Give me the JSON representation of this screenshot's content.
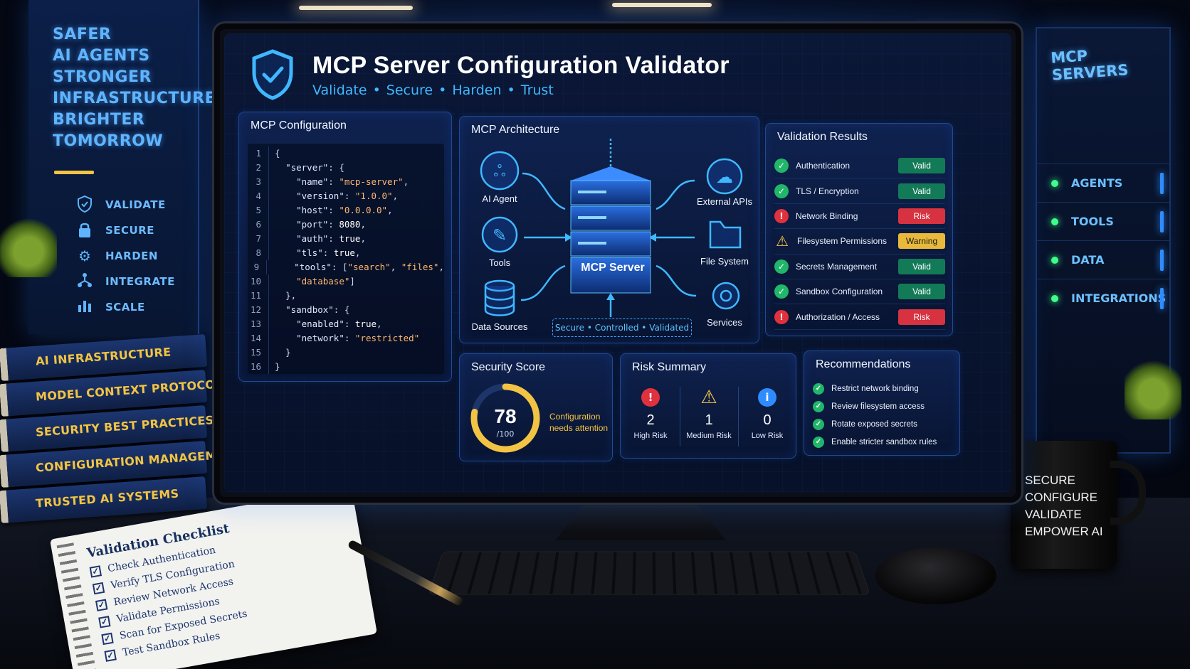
{
  "app": {
    "title": "MCP Server Configuration Validator",
    "subtitle": [
      "Validate",
      "Secure",
      "Harden",
      "Trust"
    ],
    "subtitle_sep": "•"
  },
  "banner": {
    "slogan": [
      "SAFER",
      "AI AGENTS",
      "STRONGER",
      "INFRASTRUCTURE",
      "BRIGHTER",
      "TOMORROW"
    ],
    "items": [
      {
        "label": "VALIDATE",
        "icon": "shield-check-icon"
      },
      {
        "label": "SECURE",
        "icon": "lock-icon"
      },
      {
        "label": "HARDEN",
        "icon": "gear-icon"
      },
      {
        "label": "INTEGRATE",
        "icon": "network-icon"
      },
      {
        "label": "SCALE",
        "icon": "bar-chart-icon"
      }
    ]
  },
  "rack": {
    "title": "MCP SERVERS",
    "items": [
      "AGENTS",
      "TOOLS",
      "DATA",
      "INTEGRATIONS"
    ]
  },
  "books": [
    "AI INFRASTRUCTURE",
    "MODEL CONTEXT PROTOCOL",
    "SECURITY BEST PRACTICES",
    "CONFIGURATION MANAGEMENT",
    "TRUSTED AI SYSTEMS"
  ],
  "notebook": {
    "title": "Validation Checklist",
    "check_mark": "✓",
    "items": [
      "Check Authentication",
      "Verify TLS Configuration",
      "Review Network Access",
      "Validate Permissions",
      "Scan for Exposed Secrets",
      "Test Sandbox Rules"
    ]
  },
  "mug": [
    "SECURE",
    "CONFIGURE",
    "VALIDATE",
    "EMPOWER AI"
  ],
  "config": {
    "title": "MCP Configuration",
    "lines": [
      {
        "n": "1",
        "indent": "",
        "parts": [
          {
            "t": "{",
            "c": "p"
          }
        ]
      },
      {
        "n": "2",
        "indent": "  ",
        "parts": [
          {
            "t": "\"server\"",
            "c": "key"
          },
          {
            "t": ": {",
            "c": "p"
          }
        ]
      },
      {
        "n": "3",
        "indent": "    ",
        "parts": [
          {
            "t": "\"name\"",
            "c": "key"
          },
          {
            "t": ": ",
            "c": "p"
          },
          {
            "t": "\"mcp-server\"",
            "c": "str"
          },
          {
            "t": ",",
            "c": "p"
          }
        ]
      },
      {
        "n": "4",
        "indent": "    ",
        "parts": [
          {
            "t": "\"version\"",
            "c": "key"
          },
          {
            "t": ": ",
            "c": "p"
          },
          {
            "t": "\"1.0.0\"",
            "c": "str"
          },
          {
            "t": ",",
            "c": "p"
          }
        ]
      },
      {
        "n": "5",
        "indent": "    ",
        "parts": [
          {
            "t": "\"host\"",
            "c": "key"
          },
          {
            "t": ": ",
            "c": "p"
          },
          {
            "t": "\"0.0.0.0\"",
            "c": "str"
          },
          {
            "t": ",",
            "c": "p"
          }
        ]
      },
      {
        "n": "6",
        "indent": "    ",
        "parts": [
          {
            "t": "\"port\"",
            "c": "key"
          },
          {
            "t": ": ",
            "c": "p"
          },
          {
            "t": "8080",
            "c": "val"
          },
          {
            "t": ",",
            "c": "p"
          }
        ]
      },
      {
        "n": "7",
        "indent": "    ",
        "parts": [
          {
            "t": "\"auth\"",
            "c": "key"
          },
          {
            "t": ": ",
            "c": "p"
          },
          {
            "t": "true",
            "c": "val"
          },
          {
            "t": ",",
            "c": "p"
          }
        ]
      },
      {
        "n": "8",
        "indent": "    ",
        "parts": [
          {
            "t": "\"tls\"",
            "c": "key"
          },
          {
            "t": ": ",
            "c": "p"
          },
          {
            "t": "true",
            "c": "val"
          },
          {
            "t": ",",
            "c": "p"
          }
        ]
      },
      {
        "n": "9",
        "indent": "    ",
        "parts": [
          {
            "t": "\"tools\"",
            "c": "key"
          },
          {
            "t": ": [",
            "c": "p"
          },
          {
            "t": "\"search\"",
            "c": "str"
          },
          {
            "t": ", ",
            "c": "p"
          },
          {
            "t": "\"files\"",
            "c": "str"
          },
          {
            "t": ",",
            "c": "p"
          }
        ]
      },
      {
        "n": "10",
        "indent": "    ",
        "parts": [
          {
            "t": "\"database\"",
            "c": "str"
          },
          {
            "t": "]",
            "c": "p"
          }
        ]
      },
      {
        "n": "11",
        "indent": "  ",
        "parts": [
          {
            "t": "},",
            "c": "p"
          }
        ]
      },
      {
        "n": "12",
        "indent": "  ",
        "parts": [
          {
            "t": "\"sandbox\"",
            "c": "key"
          },
          {
            "t": ": {",
            "c": "p"
          }
        ]
      },
      {
        "n": "13",
        "indent": "    ",
        "parts": [
          {
            "t": "\"enabled\"",
            "c": "key"
          },
          {
            "t": ": ",
            "c": "p"
          },
          {
            "t": "true",
            "c": "val"
          },
          {
            "t": ",",
            "c": "p"
          }
        ]
      },
      {
        "n": "14",
        "indent": "    ",
        "parts": [
          {
            "t": "\"network\"",
            "c": "key"
          },
          {
            "t": ": ",
            "c": "p"
          },
          {
            "t": "\"restricted\"",
            "c": "str"
          }
        ]
      },
      {
        "n": "15",
        "indent": "  ",
        "parts": [
          {
            "t": "}",
            "c": "p"
          }
        ]
      },
      {
        "n": "16",
        "indent": "",
        "parts": [
          {
            "t": "}",
            "c": "p"
          }
        ]
      }
    ]
  },
  "architecture": {
    "title": "MCP Architecture",
    "center": "MCP Server",
    "caption": "Secure • Controlled • Validated",
    "nodes": {
      "ai_agent": "AI Agent",
      "tools": "Tools",
      "data_sources": "Data Sources",
      "external_apis": "External APIs",
      "file_system": "File System",
      "services": "Services"
    }
  },
  "validation": {
    "title": "Validation Results",
    "rows": [
      {
        "name": "Authentication",
        "status": "Valid",
        "kind": "ok"
      },
      {
        "name": "TLS / Encryption",
        "status": "Valid",
        "kind": "ok"
      },
      {
        "name": "Network Binding",
        "status": "Risk",
        "kind": "risk"
      },
      {
        "name": "Filesystem Permissions",
        "status": "Warning",
        "kind": "warn"
      },
      {
        "name": "Secrets Management",
        "status": "Valid",
        "kind": "ok"
      },
      {
        "name": "Sandbox Configuration",
        "status": "Valid",
        "kind": "ok"
      },
      {
        "name": "Authorization / Access",
        "status": "Risk",
        "kind": "risk"
      }
    ]
  },
  "score": {
    "title": "Security Score",
    "value": "78",
    "max": "/100",
    "fraction": 0.78,
    "note": "Configuration needs attention"
  },
  "risk": {
    "title": "Risk Summary",
    "items": [
      {
        "count": "2",
        "label": "High Risk",
        "kind": "risk",
        "glyph": "!"
      },
      {
        "count": "1",
        "label": "Medium Risk",
        "kind": "warn",
        "glyph": "!"
      },
      {
        "count": "0",
        "label": "Low Risk",
        "kind": "info",
        "glyph": "i"
      }
    ]
  },
  "recommendations": {
    "title": "Recommendations",
    "items": [
      "Restrict network binding",
      "Review filesystem access",
      "Rotate exposed secrets",
      "Enable stricter sandbox rules"
    ]
  },
  "colors": {
    "accent": "#3fb8ff",
    "ok": "#21b66a",
    "ok_badge": "#137a57",
    "risk": "#e0323e",
    "risk_badge": "#d63240",
    "warn": "#f3c443",
    "warn_badge": "#e8b93a",
    "info": "#2f8cff",
    "gold": "#f3c443"
  }
}
